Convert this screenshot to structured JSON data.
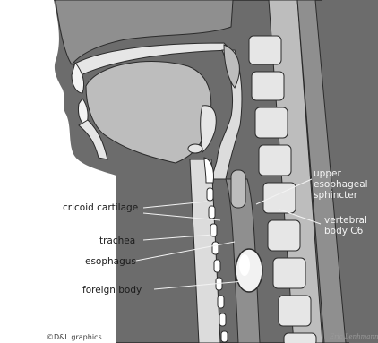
{
  "labels": {
    "cricoid_cartilage": "cricoid cartilage",
    "trachea": "trachea",
    "esophagus": "esophagus",
    "foreign_body": "foreign body",
    "upper_esophageal_sphincter": [
      "upper",
      "esophageal",
      "sphincter"
    ],
    "vertebral_body": [
      "vertebral",
      "body C6"
    ]
  },
  "credits": {
    "publisher": "©D&L graphics",
    "artist": "Eric Lenhmann"
  },
  "colors": {
    "background": "#ffffff",
    "tissue_dark": "#6c6c6c",
    "tissue_mid": "#8f8f8f",
    "tissue_light": "#bdbdbd",
    "lumen": "#dcdcdc",
    "bone": "#e6e6e6",
    "outline": "#2b2b2b"
  }
}
